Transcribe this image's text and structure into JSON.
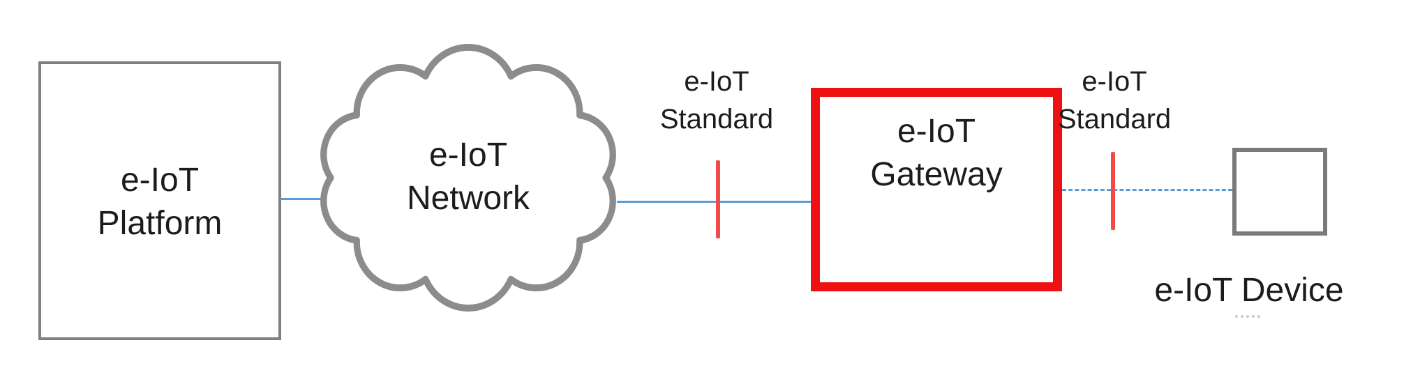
{
  "colors": {
    "box_border": "#808080",
    "gateway_border": "#ee1111",
    "link": "#5b9bd5",
    "tick": "#f04a4a",
    "text": "#1c1c1c"
  },
  "platform": {
    "line1": "e-IoT",
    "line2": "Platform"
  },
  "network": {
    "line1": "e-IoT",
    "line2": "Network"
  },
  "gateway": {
    "line1": "e-IoT",
    "line2": "Gateway"
  },
  "standard_left": {
    "line1": "e-IoT",
    "line2": "Standard"
  },
  "standard_right": {
    "line1": "e-IoT",
    "line2": "Standard"
  },
  "device": {
    "label": "e-IoT Device"
  }
}
